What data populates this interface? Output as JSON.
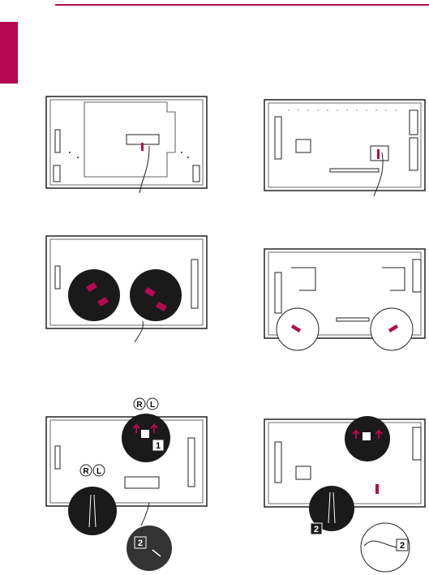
{
  "brand_color": "#b5094f",
  "callouts": {
    "right_label": "R",
    "left_label": "L",
    "step1": "1",
    "step2": "2"
  },
  "figures": [
    "back-panel-left-1",
    "back-panel-right-1",
    "back-panel-left-2",
    "back-panel-right-2",
    "back-panel-left-3",
    "back-panel-right-3"
  ]
}
